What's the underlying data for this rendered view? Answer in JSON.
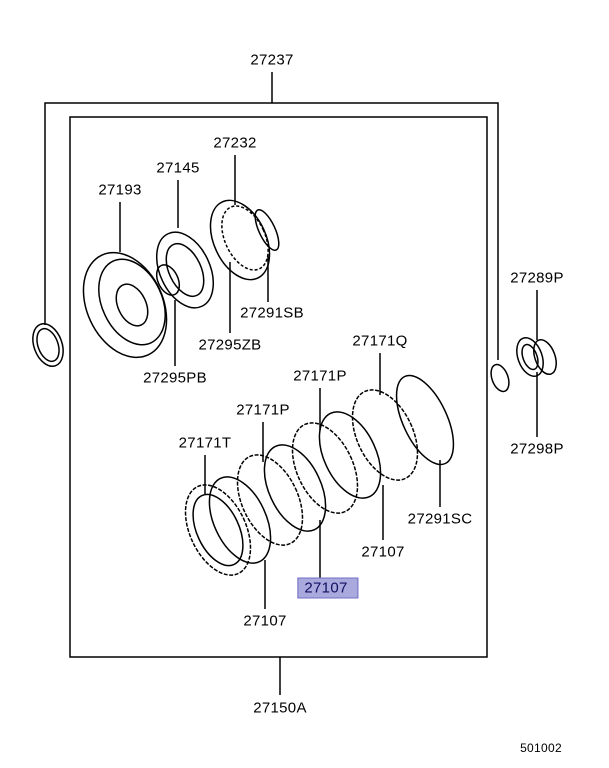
{
  "diagram": {
    "labels": {
      "assembly_outer": "27237",
      "drum": "27232",
      "part_27145": "27145",
      "part_27193": "27193",
      "snap_ring_sb": "27291SB",
      "part_27295zb": "27295ZB",
      "part_27295pb": "27295PB",
      "part_27289p": "27289P",
      "part_27298p": "27298P",
      "plate_q": "27171Q",
      "plate_p_upper": "27171P",
      "plate_p_lower": "27171P",
      "plate_t": "27171T",
      "snap_ring_sc": "27291SC",
      "disc_right": "27107",
      "disc_highlighted": "27107",
      "disc_bottom": "27107",
      "assembly_inner": "27150A"
    },
    "figure_code": "501002",
    "highlight_color": "#a9a9de"
  }
}
